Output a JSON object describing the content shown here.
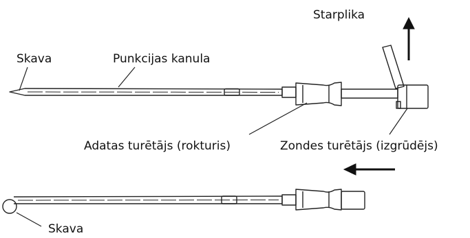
{
  "labels": {
    "starplika": "Starplika",
    "skava_top": "Skava",
    "punkcijas_kanula": "Punkcijas kanula",
    "adatas_turetajs": "Adatas turētājs (rokturis)",
    "zondes_turetajs": "Zondes turētājs (izgrūdējs)",
    "skava_bottom": "Skava"
  },
  "colors": {
    "ink": "#111111",
    "background": "#ffffff"
  }
}
